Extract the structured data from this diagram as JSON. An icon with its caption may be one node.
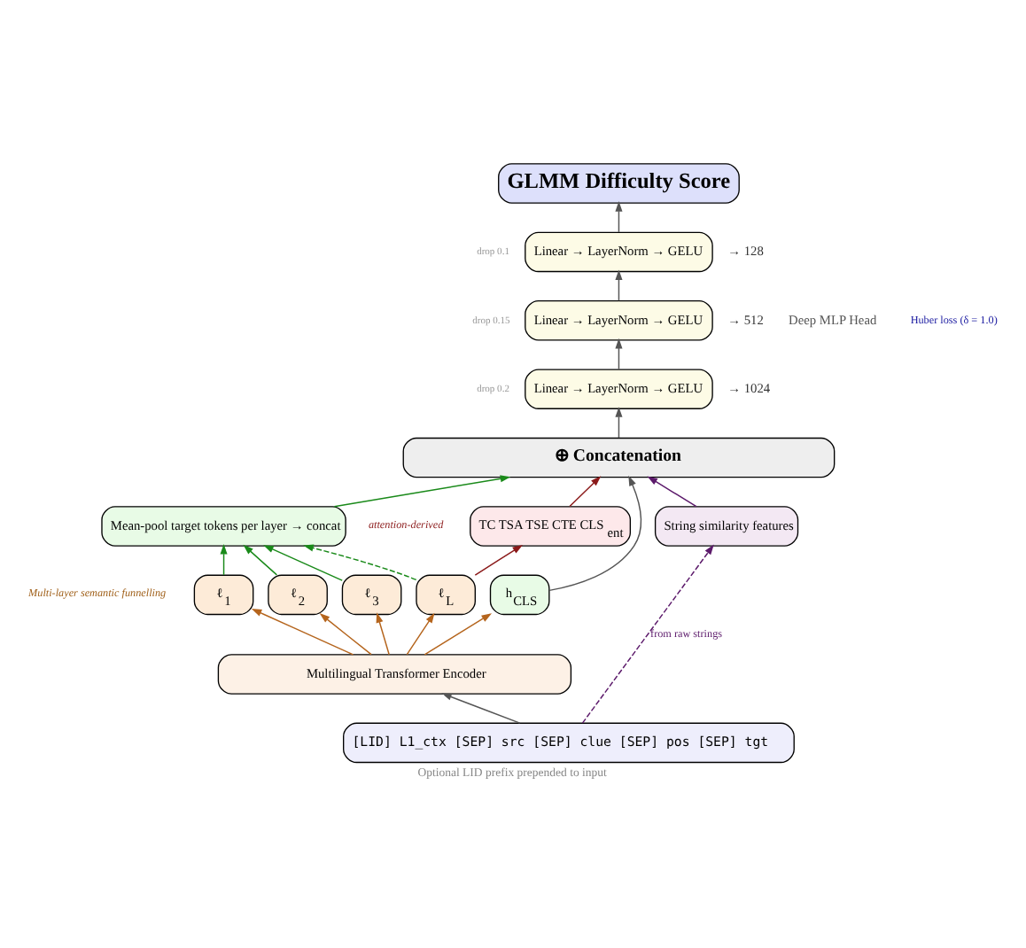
{
  "diagram": {
    "caption": "Optional LID prefix prepended to input",
    "nodes": [
      {
        "text": [
          "GLMM Difficulty Score"
        ]
      },
      {
        "text": [
          "Linear → LayerNorm → GELU"
        ],
        "beside": [
          "drop 0.1",
          "→ 128"
        ]
      },
      {
        "text": [
          "Linear → LayerNorm → GELU"
        ],
        "beside": [
          "drop 0.15",
          "→ 512"
        ]
      },
      {
        "text": [
          "Linear → LayerNorm → GELU"
        ],
        "beside": [
          "drop 0.2",
          "→ 1024"
        ]
      },
      {
        "text": [
          "⊕ Concatenation"
        ]
      },
      {
        "text": [
          "Mean-pool target tokens per layer → concat"
        ]
      },
      {
        "text": [
          "TC TSA TSE CTE CLS$_{ent}$"
        ]
      },
      {
        "text": [
          "String similarity features"
        ]
      },
      {
        "text": [
          "ℓ$_{1}$"
        ]
      },
      {
        "text": [
          "ℓ$_{2}$"
        ]
      },
      {
        "text": [
          "ℓ$_{3}$"
        ]
      },
      {
        "text": [
          "ℓ$_{L}$"
        ]
      },
      {
        "text": [
          "h$_{CLS}$"
        ]
      },
      {
        "text": [
          "Multilingual Transformer Encoder"
        ]
      },
      {
        "text": [
          "[LID] L1_ctx [SEP] src [SEP] clue [SEP] pos [SEP] tgt"
        ]
      }
    ],
    "edges": [
      {
        "from": 1,
        "to": 0,
        "arrow": "to"
      },
      {
        "from": 2,
        "to": 1,
        "arrow": "to"
      },
      {
        "from": 3,
        "to": 2,
        "arrow": "to"
      },
      {
        "from": 4,
        "to": 3,
        "arrow": "to"
      },
      {
        "from": 5,
        "to": 4,
        "arrow": "to",
        "color": "#1a8a1a"
      },
      {
        "from": 6,
        "to": 4,
        "arrow": "to",
        "color": "#8b1a1a"
      },
      {
        "from": 12,
        "to": 4,
        "arrow": "to"
      },
      {
        "from": 7,
        "to": 4,
        "arrow": "to",
        "color": "#5c1a6b"
      },
      {
        "from": 8,
        "to": 5,
        "arrow": "to",
        "color": "#1a8a1a"
      },
      {
        "from": 9,
        "to": 5,
        "arrow": "to",
        "color": "#1a8a1a"
      },
      {
        "from": 10,
        "to": 5,
        "arrow": "to",
        "color": "#1a8a1a"
      },
      {
        "from": 11,
        "to": 5,
        "arrow": "to",
        "style": "dashed",
        "color": "#1a8a1a"
      },
      {
        "from": 11,
        "to": 6,
        "arrow": "to",
        "color": "#8b1a1a"
      },
      {
        "from": 13,
        "to": 8,
        "arrow": "to",
        "color": "#b5651d"
      },
      {
        "from": 13,
        "to": 9,
        "arrow": "to",
        "color": "#b5651d"
      },
      {
        "from": 13,
        "to": 10,
        "arrow": "to",
        "color": "#b5651d"
      },
      {
        "from": 13,
        "to": 11,
        "arrow": "to",
        "color": "#b5651d"
      },
      {
        "from": 13,
        "to": 12,
        "arrow": "to",
        "color": "#b5651d"
      },
      {
        "from": 14,
        "to": 13,
        "arrow": "to"
      },
      {
        "from": 14,
        "to": 7,
        "arrow": "to",
        "style": "dashed",
        "color": "#5c1a6b",
        "label": "from raw strings"
      }
    ],
    "labels": [
      "Deep MLP Head",
      "Huber loss (δ = 1.0)",
      "attention-derived",
      "Multi-layer semantic funnelling"
    ]
  }
}
